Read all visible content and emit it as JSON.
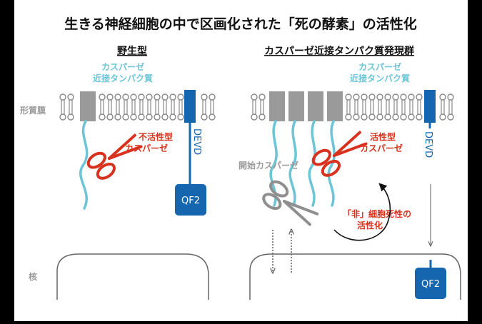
{
  "title": "生きる神経細胞の中で区画化された「死の酵素」の活性化",
  "labels": {
    "membrane": "形質膜",
    "nucleus": "核"
  },
  "left_panel": {
    "heading": "野生型",
    "protein_label_line1": "カスパーゼ",
    "protein_label_line2": "近接タンパク質",
    "enzyme_label_line1": "不活性型",
    "enzyme_label_line2": "カスパーゼ",
    "devd": "DEVD",
    "qf2": "QF2"
  },
  "right_panel": {
    "heading": "カスパーゼ近接タンパク質発現群",
    "protein_label_line1": "カスパーゼ",
    "protein_label_line2": "近接タンパク質",
    "enzyme_label_line1": "活性型",
    "enzyme_label_line2": "カスパーゼ",
    "initiator_label": "開始カスパーゼ",
    "nonapoptotic_line1": "「非」細胞死性の",
    "nonapoptotic_line2": "活性化",
    "devd": "DEVD",
    "qf2": "QF2"
  },
  "colors": {
    "red": "#d8321e",
    "cyan": "#6cc5d6",
    "blue": "#1566ae",
    "gray": "#9a9a9a",
    "dark": "#111111"
  }
}
